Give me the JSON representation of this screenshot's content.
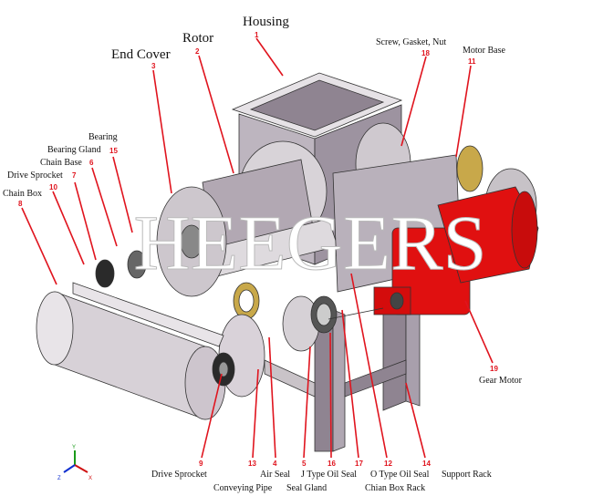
{
  "title": "Rotary Valve Exploded View",
  "watermark": "HEEGERS",
  "colors": {
    "leader": "#e0141e",
    "motor": "#e01010",
    "metal": "#c9c3c8",
    "dark_metal": "#8f8491",
    "brass": "#c8a84a"
  },
  "parts": [
    {
      "num": "1",
      "name": "Housing"
    },
    {
      "num": "2",
      "name": "Rotor"
    },
    {
      "num": "3",
      "name": "End Cover"
    },
    {
      "num": "15",
      "name": "Bearing Gland"
    },
    {
      "num": "",
      "name": "Bearing"
    },
    {
      "num": "6",
      "name": "Chain Base"
    },
    {
      "num": "7",
      "name": "Drive Sprocket"
    },
    {
      "num": "10",
      "name": ""
    },
    {
      "num": "8",
      "name": "Chain Box"
    },
    {
      "num": "18",
      "name": "Screw, Gasket, Nut"
    },
    {
      "num": "11",
      "name": "Motor Base"
    },
    {
      "num": "19",
      "name": "Gear Motor"
    },
    {
      "num": "9",
      "name": "Drive Sprocket"
    },
    {
      "num": "13",
      "name": "Conveying Pipe"
    },
    {
      "num": "4",
      "name": "Air Seal"
    },
    {
      "num": "5",
      "name": "Seal Gland"
    },
    {
      "num": "16",
      "name": "J Type Oil Seal"
    },
    {
      "num": "17",
      "name": "O Type Oil Seal"
    },
    {
      "num": "12",
      "name": "Chian Box Rack"
    },
    {
      "num": "14",
      "name": "Support Rack"
    }
  ],
  "axes": {
    "x": "X",
    "y": "Y",
    "z": "Z"
  }
}
